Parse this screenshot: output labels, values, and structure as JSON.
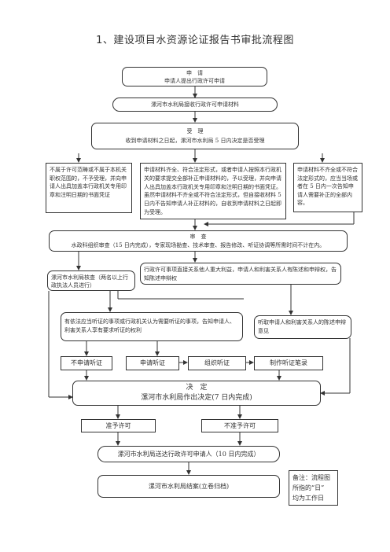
{
  "title": "1、建设项目水资源论证报告书审批流程图",
  "apply": {
    "heading": "申　请",
    "text": "申请人提出行政许可申请"
  },
  "receive": {
    "text": "漯河市水利局接收行政许可申请材料"
  },
  "accept": {
    "heading": "受　理",
    "text": "收到申请材料之日起，漯河市水利局 5 日内决定是否受理"
  },
  "branch_left": {
    "text": "不属于许可范畴或不属于本机关职权范围的，不予受理，并向申请人出具加盖本行政机关专用印章和注明日期的书面凭证"
  },
  "branch_mid": {
    "text": "申请材料齐全、符合法定形式，或者申请人按照本行政机关的要求提交全部补正申请材料的，予以受理，并向申请人出具加盖本行政机关专用印章和注明日期的书面凭证。虽然申请材料不齐全或不符合法定形式，但自接收材料 5 日内不告知申请人补正材料的，自收到申请材料之日起即为受理。"
  },
  "branch_right": {
    "text": "申请材料不齐全或不符合法定形式的，应当当场或者在 5 日内一次告知申请人需要补正的全部内容。"
  },
  "review": {
    "heading": "审　查",
    "text": "水政科组织审查（15 日内完成），专家现场勘查、技术审查、报告修改、听证协调等所需时间不计在内。"
  },
  "verify": {
    "text": "漯河市水利局核查（两名以上行政执法人员进行）"
  },
  "interest": {
    "text": "行政许可事项直接关系他人重大利益，申请人和利害关系人有陈述和申辩权，告知陈述申辩权"
  },
  "hearing_left": {
    "text": "有依法应当听证的事项或行政机关认为需要听证的事项，告知申请人、利害关系人享有要求听证的权利"
  },
  "hearing_right": {
    "text": "听取申请人和利害关系人的陈述申辩意见"
  },
  "steps": [
    "不申请听证",
    "申请听证",
    "组织听证",
    "制作听证笔录"
  ],
  "decision": {
    "heading": "决　定",
    "text": "漯河市水利局作出决定(7 日内完成)"
  },
  "approve": "准予许可",
  "reject": "不准予许可",
  "deliver": {
    "text": "漯河市水利局送达行政许可申请人（10 日内完成）"
  },
  "archive": {
    "text": "漯河市水利局结案(立卷归档)"
  },
  "note": {
    "line1": "备注：流程图",
    "line2": "所指的“日”",
    "line3": "均为工作日"
  }
}
